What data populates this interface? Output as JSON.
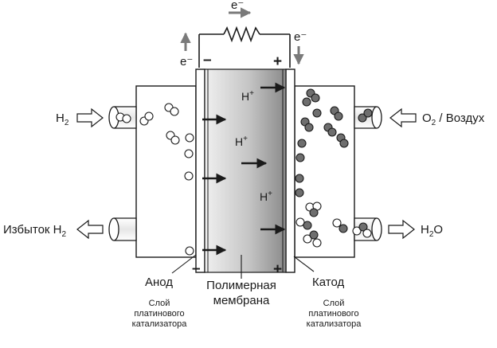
{
  "circuit": {
    "electron_top": "e⁻",
    "electron_left": "e⁻",
    "electron_right": "e⁻",
    "anode_sign": "–",
    "cathode_sign": "+"
  },
  "inputs": {
    "h2_in_main": "H",
    "h2_in_sub": "2",
    "excess_main": "Избыток H",
    "excess_sub": "2",
    "o2_prefix": "O",
    "o2_sub": "2",
    "o2_suffix": " / Воздух",
    "h2o_main": "H",
    "h2o_sub": "2",
    "h2o_suffix": "O"
  },
  "membrane": {
    "proton_main": "H",
    "proton_sup": "+"
  },
  "bottom": {
    "anode_sign": "–",
    "cathode_sign": "+",
    "anode_label": "Анод",
    "membrane_line1": "Полимерная",
    "membrane_line2": "мембрана",
    "cathode_label": "Катод",
    "catalyst_left_1": "Слой",
    "catalyst_left_2": "платинового",
    "catalyst_left_3": "катализатора",
    "catalyst_right_1": "Слой",
    "catalyst_right_2": "платинового",
    "catalyst_right_3": "катализатора"
  },
  "colors": {
    "line": "#1a1a1a",
    "grey_arrow": "#7a7a7a",
    "oxygen_atom": "#6e6e6e",
    "membrane_dark": "#8c8c8c",
    "membrane_light": "#ececec"
  }
}
